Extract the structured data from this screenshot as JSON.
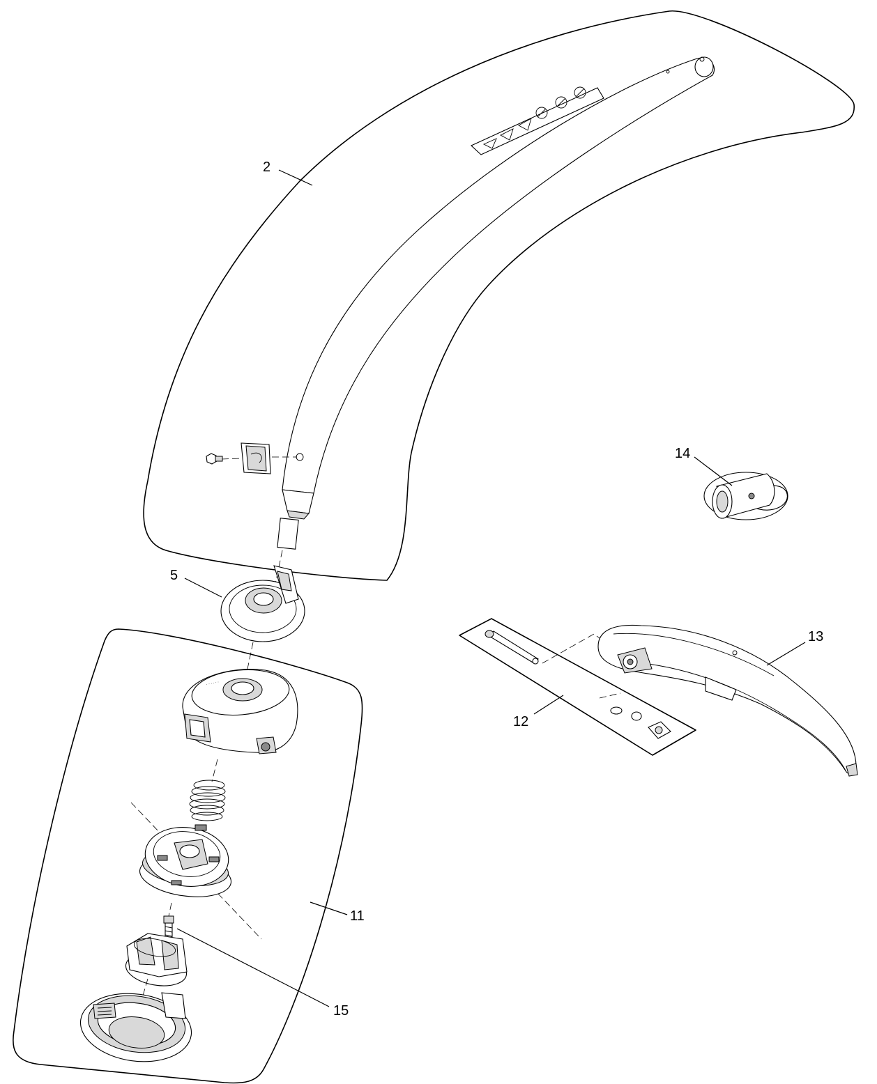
{
  "callouts": {
    "c2": "2",
    "c5": "5",
    "c11": "11",
    "c12": "12",
    "c13": "13",
    "c14": "14",
    "c15": "15"
  }
}
